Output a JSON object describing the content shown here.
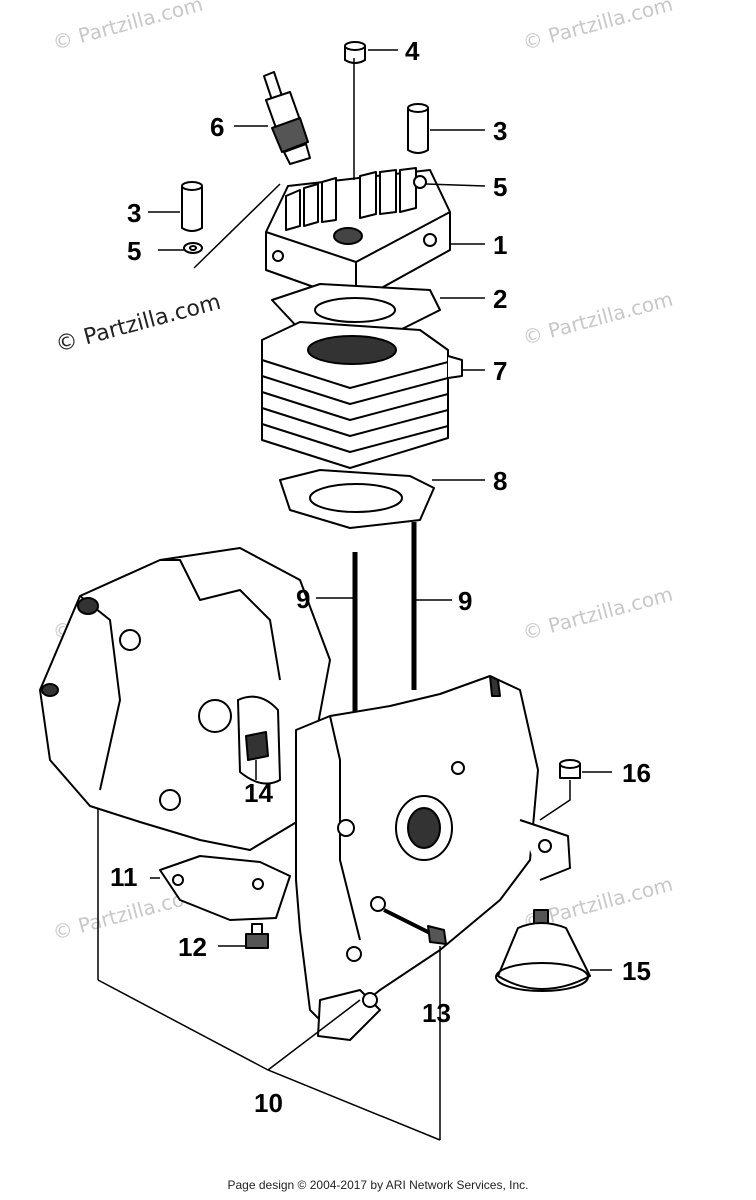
{
  "watermark": "© Partzilla.com",
  "footer": "Page design © 2004-2017 by ARI Network Services, Inc.",
  "callouts": {
    "c1": "1",
    "c2": "2",
    "c3a": "3",
    "c3b": "3",
    "c4": "4",
    "c5a": "5",
    "c5b": "5",
    "c6": "6",
    "c7": "7",
    "c8": "8",
    "c9a": "9",
    "c9b": "9",
    "c10": "10",
    "c11": "11",
    "c12": "12",
    "c13": "13",
    "c14": "14",
    "c15": "15",
    "c16": "16"
  }
}
